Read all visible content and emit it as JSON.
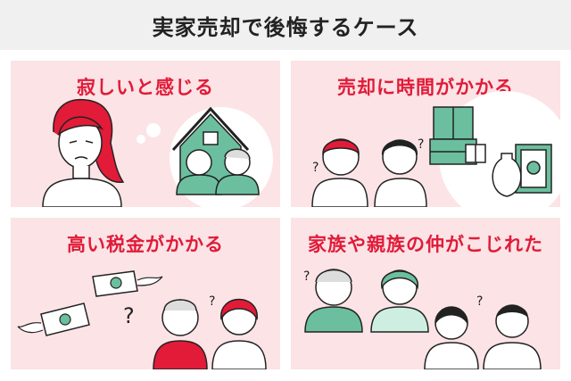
{
  "title": "実家売却で後悔するケース",
  "cards": [
    {
      "caption": "寂しいと感じる",
      "icons": [
        "lonely-woman-icon",
        "thought-bubble-icon",
        "house-icon",
        "elderly-parents-icon"
      ]
    },
    {
      "caption": "売却に時間がかかる",
      "icons": [
        "worried-couple-icon",
        "cabinet-icon",
        "gift-box-icon",
        "vase-icon",
        "picture-frame-icon"
      ]
    },
    {
      "caption": "高い税金がかかる",
      "icons": [
        "flying-money-icon",
        "question-mark-icon",
        "worried-couple-icon"
      ]
    },
    {
      "caption": "家族や親族の仲がこじれた",
      "icons": [
        "family-members-icon",
        "question-mark-icon"
      ]
    }
  ],
  "colors": {
    "accent": "#e11b38",
    "card_bg": "#fbe3e6",
    "green": "#6bbf9e",
    "title_bg": "#f0f0f0"
  }
}
